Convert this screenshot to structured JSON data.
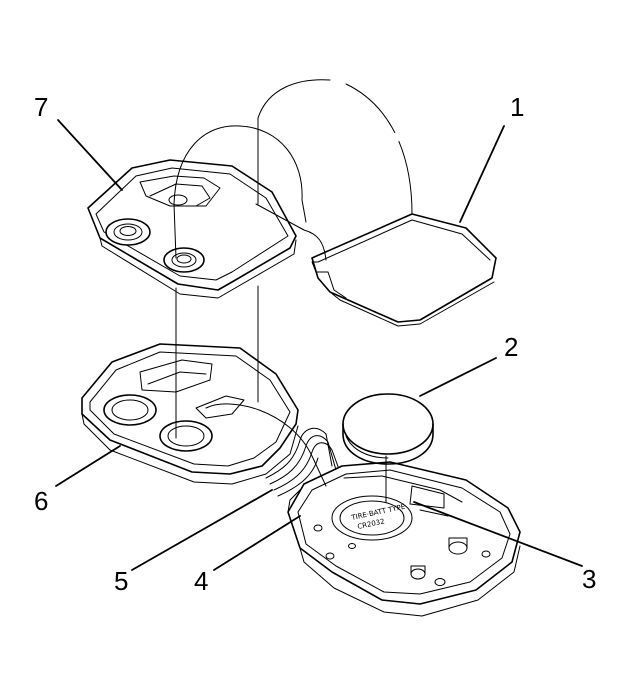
{
  "callouts": {
    "c1": "1",
    "c2": "2",
    "c3": "3",
    "c4": "4",
    "c5": "5",
    "c6": "6",
    "c7": "7"
  },
  "icons": {
    "battery": "battery-icon",
    "housing": "remote-housing-icon"
  }
}
